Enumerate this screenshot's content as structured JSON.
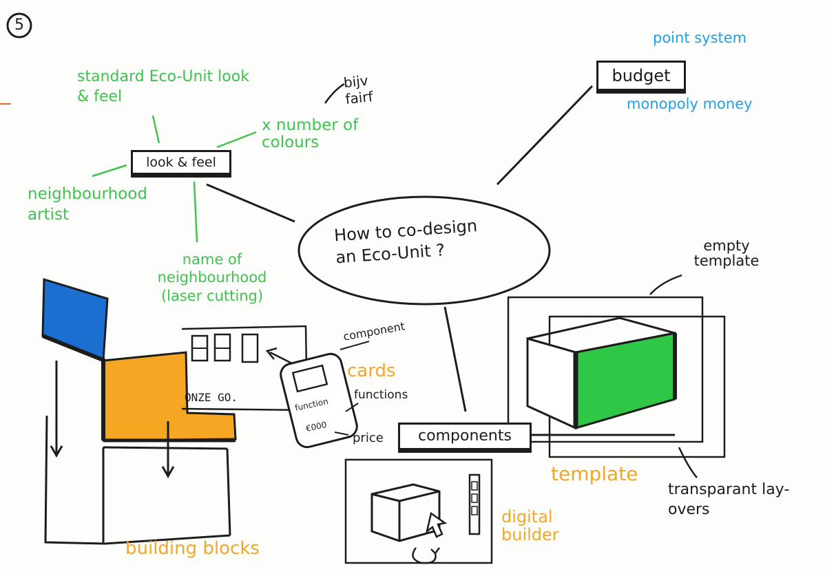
{
  "page_number": "5",
  "center": {
    "question": "How to co-design an Eco-Unit ?"
  },
  "look_feel": {
    "node": "look & feel",
    "branch_standard": "standard Eco-Unit look & feel",
    "branch_colours": "x number of colours",
    "branch_example": "bijv fairf",
    "branch_artist": "neighbourhood artist",
    "branch_name": "name of neighbourhood (laser cutting)"
  },
  "budget": {
    "node": "budget",
    "option_points": "point system",
    "option_money": "monopoly money"
  },
  "components": {
    "node": "components",
    "cards": "cards",
    "card_component": "component",
    "card_function_label": "functions",
    "card_inner_function": "function",
    "card_inner_price": "€000",
    "card_price": "price"
  },
  "building_blocks": {
    "label": "building blocks",
    "sign": "ONZE GO."
  },
  "template": {
    "label": "template",
    "empty": "empty template",
    "overlays": "transparant lay-overs"
  },
  "digital_builder": {
    "label": "digital builder"
  },
  "colors": {
    "green": "#3fc24f",
    "blue": "#1f9fe6",
    "orange": "#f2a72a",
    "ink": "#1c1c1c"
  }
}
